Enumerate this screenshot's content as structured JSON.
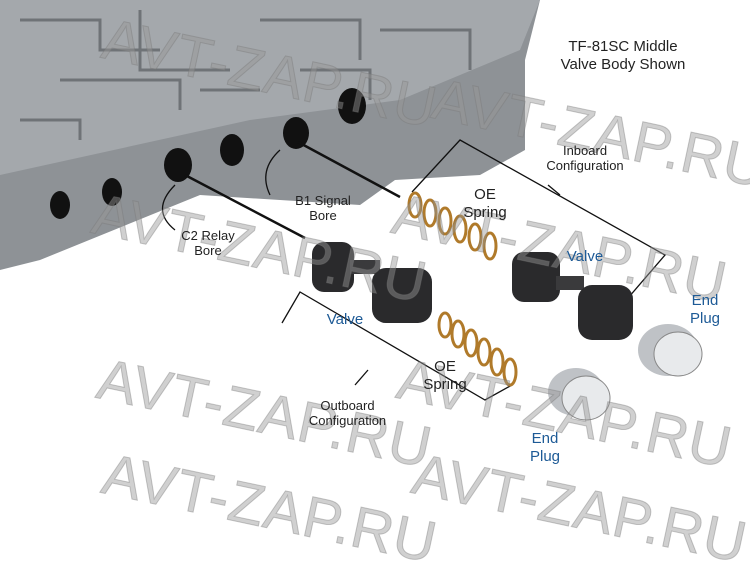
{
  "title": {
    "line1": "TF-81SC Middle",
    "line2": "Valve Body Shown"
  },
  "labels": {
    "inboard": {
      "line1": "Inboard",
      "line2": "Configuration"
    },
    "outboard": {
      "line1": "Outboard",
      "line2": "Configuration"
    },
    "oe_spring_top": {
      "line1": "OE",
      "line2": "Spring"
    },
    "oe_spring_bottom": {
      "line1": "OE",
      "line2": "Spring"
    },
    "valve_right": "Valve",
    "valve_left": "Valve",
    "end_plug_right": {
      "line1": "End",
      "line2": "Plug"
    },
    "end_plug_bottom": {
      "line1": "End",
      "line2": "Plug"
    },
    "b1_bore": {
      "line1": "B1 Signal",
      "line2": "Bore"
    },
    "c2_bore": {
      "line1": "C2 Relay",
      "line2": "Bore"
    }
  },
  "watermark": "AVT-ZAP.RU",
  "colors": {
    "accent_blue": "#1d5a96",
    "spring": "#b07a2a"
  }
}
